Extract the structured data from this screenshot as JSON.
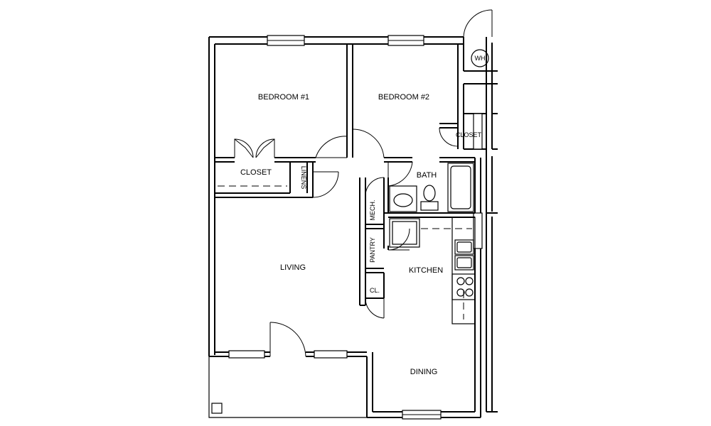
{
  "rooms": {
    "bedroom1": "BEDROOM #1",
    "bedroom2": "BEDROOM #2",
    "closet_bed1": "CLOSET",
    "closet_bed2": "CLOSET",
    "linens": "LINENS",
    "bath": "BATH",
    "mech": "MECH.",
    "pantry": "PANTRY",
    "cl": "CL.",
    "living": "LIVING",
    "kitchen": "KITCHEN",
    "dining": "DINING",
    "wh": "WH"
  }
}
